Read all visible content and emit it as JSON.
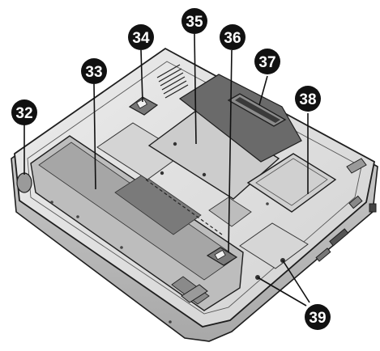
{
  "diagram": {
    "callouts": [
      {
        "id": "32",
        "label": "32"
      },
      {
        "id": "33",
        "label": "33"
      },
      {
        "id": "34",
        "label": "34"
      },
      {
        "id": "35",
        "label": "35"
      },
      {
        "id": "36",
        "label": "36"
      },
      {
        "id": "37",
        "label": "37"
      },
      {
        "id": "38",
        "label": "38"
      },
      {
        "id": "39",
        "label": "39"
      }
    ]
  },
  "colors": {
    "body": "#e2e2e2",
    "body_shade": "#cfcfcf",
    "outline": "#1e1e1e",
    "panel": "#c8c8c8",
    "dark_panel": "#6a6a6a",
    "callout_fill": "#111111",
    "callout_text": "#ffffff"
  }
}
